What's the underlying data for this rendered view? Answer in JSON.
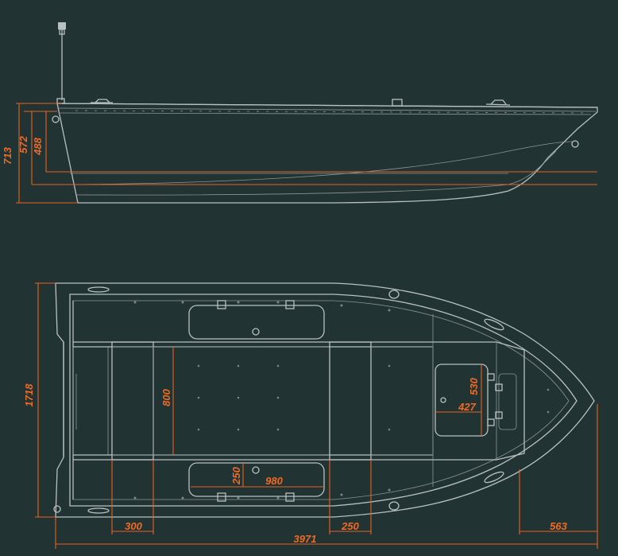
{
  "colors": {
    "background": "#223334",
    "outline": "#b9c0c1",
    "dimension": "#e8621f"
  },
  "dimensions": {
    "side_height_total": "713",
    "side_height_mid": "572",
    "side_height_inner": "488",
    "plan_width": "1718",
    "seat_span": "800",
    "stern_hatch_height": "530",
    "stern_hatch_width": "427",
    "side_hatch_width": "980",
    "side_hatch_height": "250",
    "thwart_width": "300",
    "bow_thwart_width": "250",
    "overall_length": "3971",
    "bow_overhang": "563"
  }
}
